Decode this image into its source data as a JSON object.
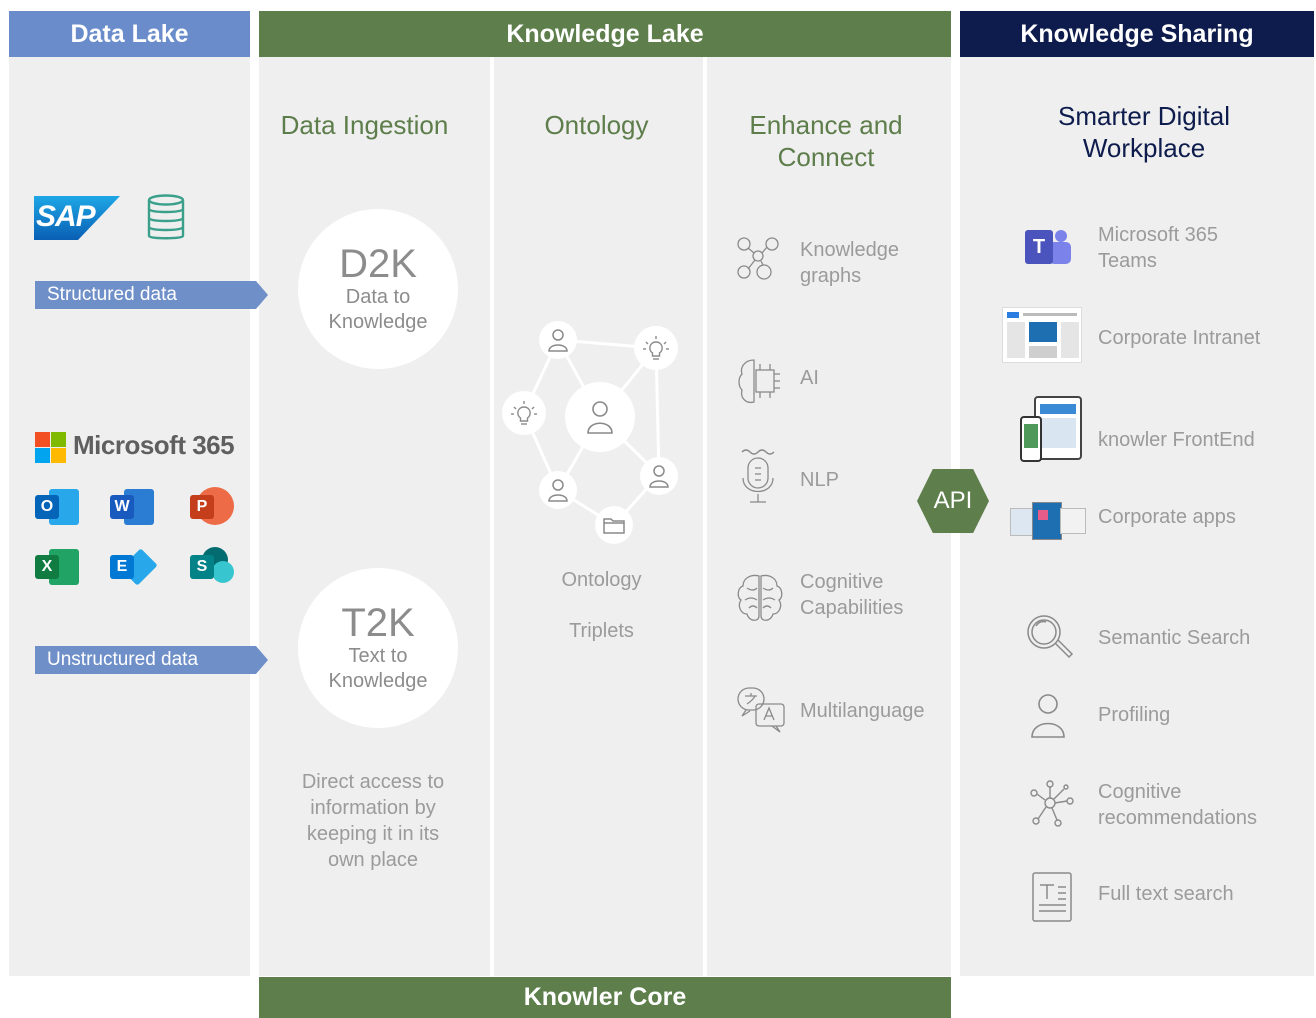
{
  "headers": {
    "data_lake": "Data Lake",
    "knowledge_lake": "Knowledge Lake",
    "knowledge_sharing": "Knowledge Sharing",
    "knowler_core": "Knowler Core"
  },
  "colors": {
    "data_lake": "#6a8cca",
    "knowledge_lake": "#5e7e4b",
    "knowledge_sharing": "#0e1c4d",
    "panel": "#efefef"
  },
  "data_lake": {
    "sap_logo": "SAP",
    "structured": "Structured data",
    "microsoft": "Microsoft 365",
    "unstructured": "Unstructured data",
    "apps": [
      "O",
      "W",
      "P",
      "X",
      "E",
      "S"
    ]
  },
  "ingestion": {
    "title": "Data Ingestion",
    "d2k_big": "D2K",
    "d2k_small": "Data to Knowledge",
    "t2k_big": "T2K",
    "t2k_small": "Text to Knowledge",
    "description": "Direct access to information by keeping it in its own place"
  },
  "ontology": {
    "title": "Ontology",
    "label1": "Ontology",
    "label2": "Triplets"
  },
  "enhance": {
    "title": "Enhance and Connect",
    "items": [
      "Knowledge graphs",
      "AI",
      "NLP",
      "Cognitive Capabilities",
      "Multilanguage"
    ]
  },
  "api_label": "API",
  "sharing": {
    "title": "Smarter Digital Workplace",
    "items": [
      "Microsoft 365 Teams",
      "Corporate Intranet",
      "knowler FrontEnd",
      "Corporate apps",
      "Semantic Search",
      "Profiling",
      "Cognitive recommendations",
      "Full text search"
    ]
  }
}
